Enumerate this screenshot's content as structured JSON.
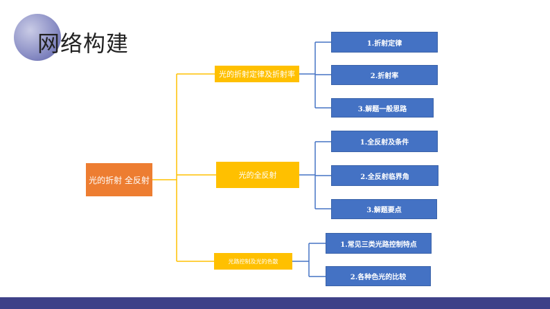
{
  "header": {
    "title": "网络构建"
  },
  "diagram": {
    "root": "光的折射 全反射",
    "branches": [
      {
        "label": "光的折射定律及折射率",
        "children": [
          "1.折射定律",
          "2.折射率",
          "3.解题一般思路"
        ]
      },
      {
        "label": "光的全反射",
        "children": [
          "1.全反射及条件",
          "2.全反射临界角",
          "3.解题要点"
        ]
      },
      {
        "label": "光路控制及光的色散",
        "children": [
          "1.常见三类光路控制特点",
          "2.各种色光的比较"
        ]
      }
    ]
  },
  "colors": {
    "root": "#ed7d31",
    "branch": "#ffc000",
    "leaf": "#4472c4",
    "connector_orange": "#ffc000",
    "connector_blue": "#4472c4",
    "footer": "#3e4188"
  }
}
